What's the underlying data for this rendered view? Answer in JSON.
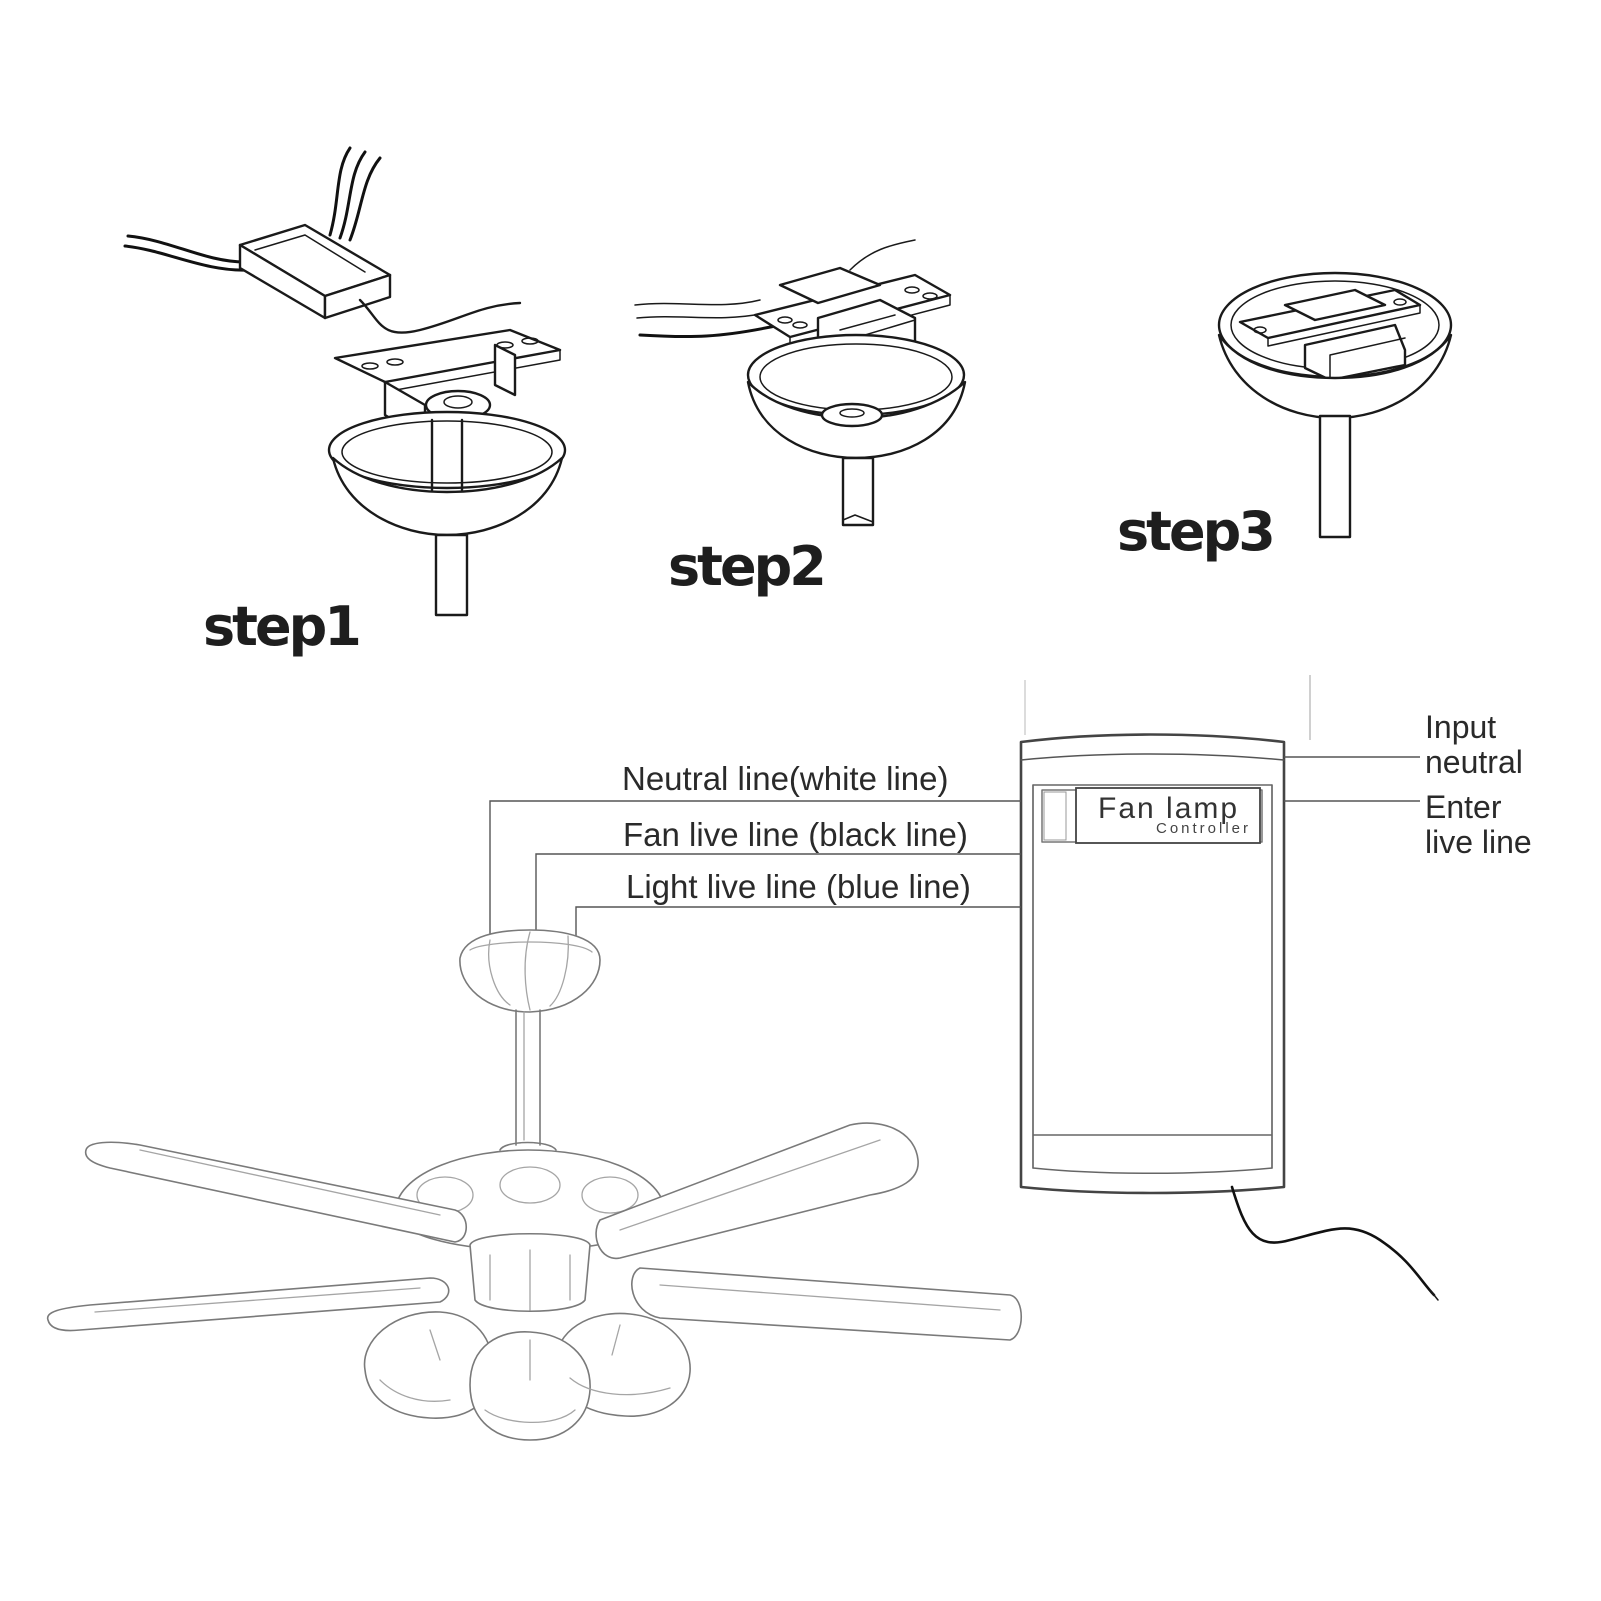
{
  "steps": [
    {
      "label": "step1"
    },
    {
      "label": "step2"
    },
    {
      "label": "step3"
    }
  ],
  "wiring": {
    "neutral_line": "Neutral line(white line)",
    "fan_live_line": "Fan live line (black line)",
    "light_live_line": "Light live line (blue line)"
  },
  "input_side": {
    "input_neutral_line1": "Input",
    "input_neutral_line2": "neutral",
    "enter_live_line1": "Enter",
    "enter_live_line2": "live line"
  },
  "controller": {
    "brand_main": "Fan lamp",
    "brand_sub": "Controller"
  }
}
